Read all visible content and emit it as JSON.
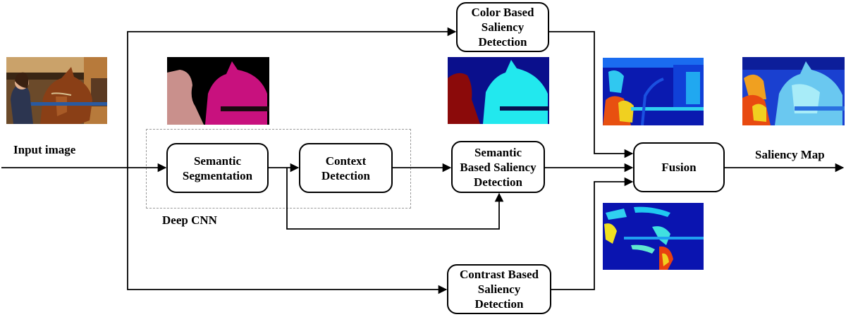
{
  "labels": {
    "input": "Input image",
    "deep_cnn": "Deep CNN",
    "saliency_map": "Saliency Map"
  },
  "nodes": {
    "color": "Color Based\nSaliency\nDetection",
    "segmentation": "Semantic\nSegmentation",
    "context": "Context\nDetection",
    "semantic": "Semantic\nBased Saliency\nDetection",
    "fusion": "Fusion",
    "contrast": "Contrast Based\nSaliency\nDetection"
  },
  "edges": [
    [
      "input",
      "segmentation"
    ],
    [
      "input",
      "color"
    ],
    [
      "input",
      "contrast"
    ],
    [
      "segmentation",
      "context"
    ],
    [
      "segmentation",
      "semantic"
    ],
    [
      "context",
      "semantic"
    ],
    [
      "color",
      "fusion"
    ],
    [
      "semantic",
      "fusion"
    ],
    [
      "contrast",
      "fusion"
    ]
  ],
  "colors": {
    "seg_background": "#000000",
    "seg_person": "#c9908c",
    "seg_horse": "#c8117e",
    "sem_background": "#0a0f8c",
    "sem_person": "#8b0a0a",
    "sem_horse": "#22e8ee",
    "heat_low": "#0a1ab0",
    "heat_high": "#e83010"
  },
  "icons": {
    "input_photo": "horse-and-person-photo",
    "segmentation_mask": "segmentation-mask-image",
    "semantic_map": "semantic-saliency-image",
    "color_map": "color-saliency-heatmap",
    "contrast_map": "contrast-saliency-heatmap",
    "final_map": "final-saliency-map"
  }
}
